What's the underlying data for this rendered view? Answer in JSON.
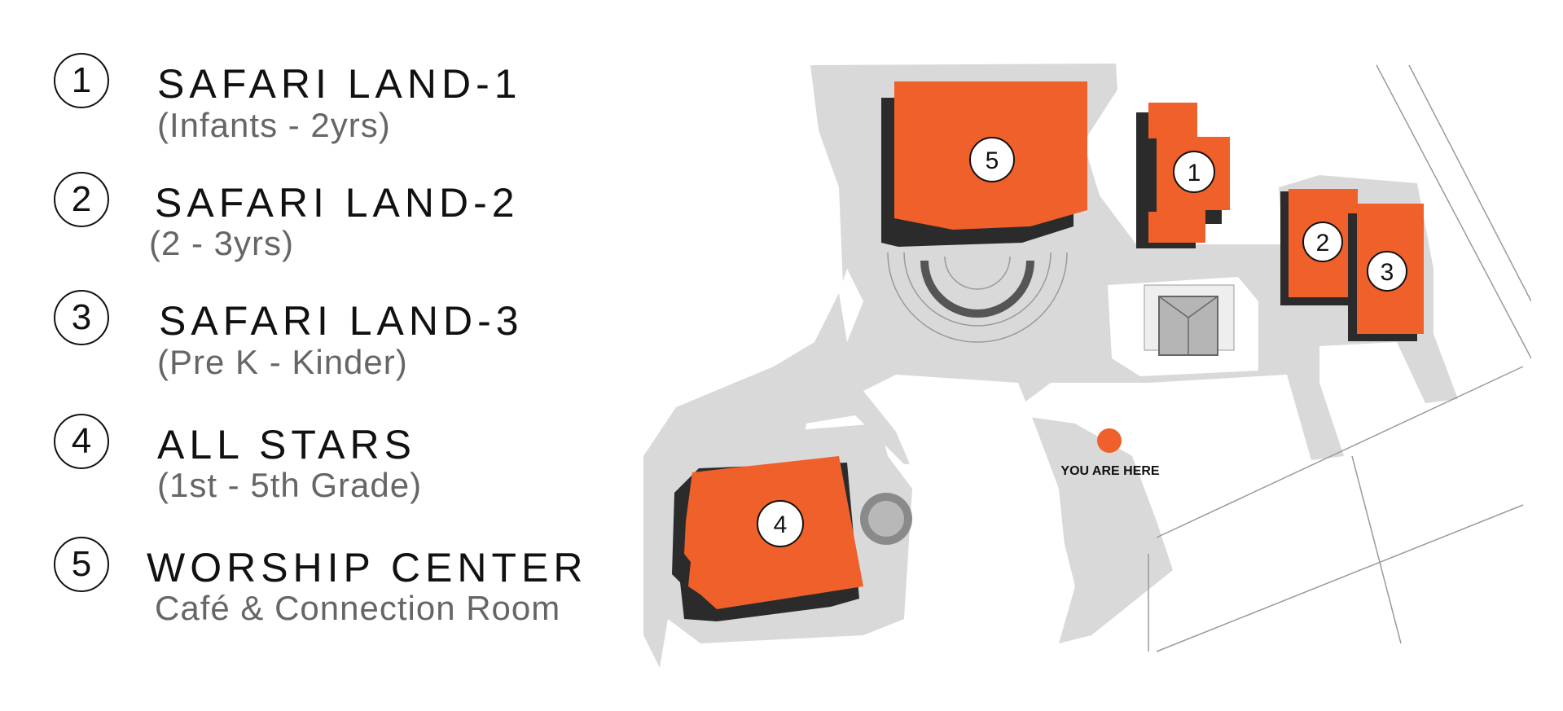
{
  "legend": {
    "items": [
      {
        "number": "1",
        "title": "SAFARI LAND-1",
        "subtitle": "(Infants - 2yrs)"
      },
      {
        "number": "2",
        "title": "SAFARI LAND-2",
        "subtitle": "(2 - 3yrs)"
      },
      {
        "number": "3",
        "title": "SAFARI LAND-3",
        "subtitle": "(Pre K - Kinder)"
      },
      {
        "number": "4",
        "title": "ALL STARS",
        "subtitle": "(1st - 5th Grade)"
      },
      {
        "number": "5",
        "title": "WORSHIP CENTER",
        "subtitle": "Café & Connection Room"
      }
    ]
  },
  "map": {
    "you_are_here": "YOU ARE HERE",
    "building_labels": [
      "1",
      "2",
      "3",
      "4",
      "5"
    ],
    "colors": {
      "building": "#f0602a",
      "building_shadow": "#2b2b2b",
      "path": "#d9d9d9",
      "marker": "#f0602a"
    }
  }
}
